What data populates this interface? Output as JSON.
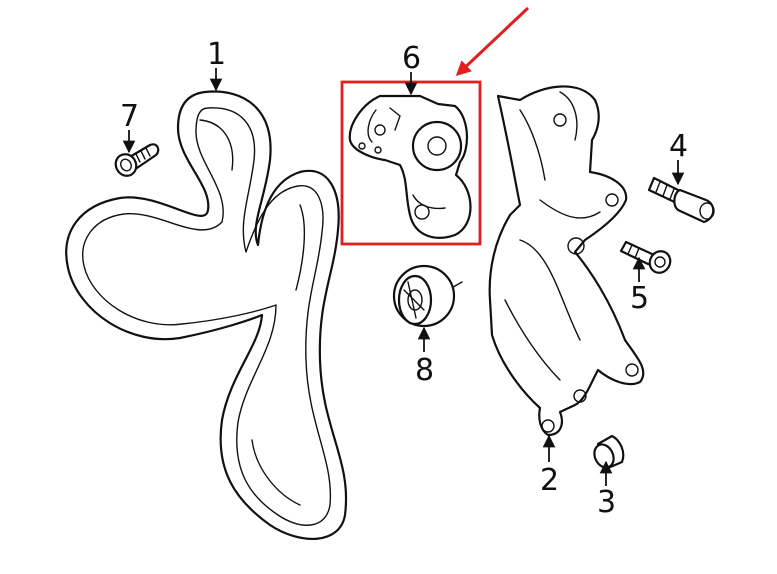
{
  "diagram": {
    "callouts": {
      "c1": "1",
      "c2": "2",
      "c3": "3",
      "c4": "4",
      "c5": "5",
      "c6": "6",
      "c7": "7",
      "c8": "8"
    },
    "highlight": {
      "color": "#e02020",
      "target": "6"
    },
    "line_color": "#111111",
    "background": "#ffffff"
  }
}
